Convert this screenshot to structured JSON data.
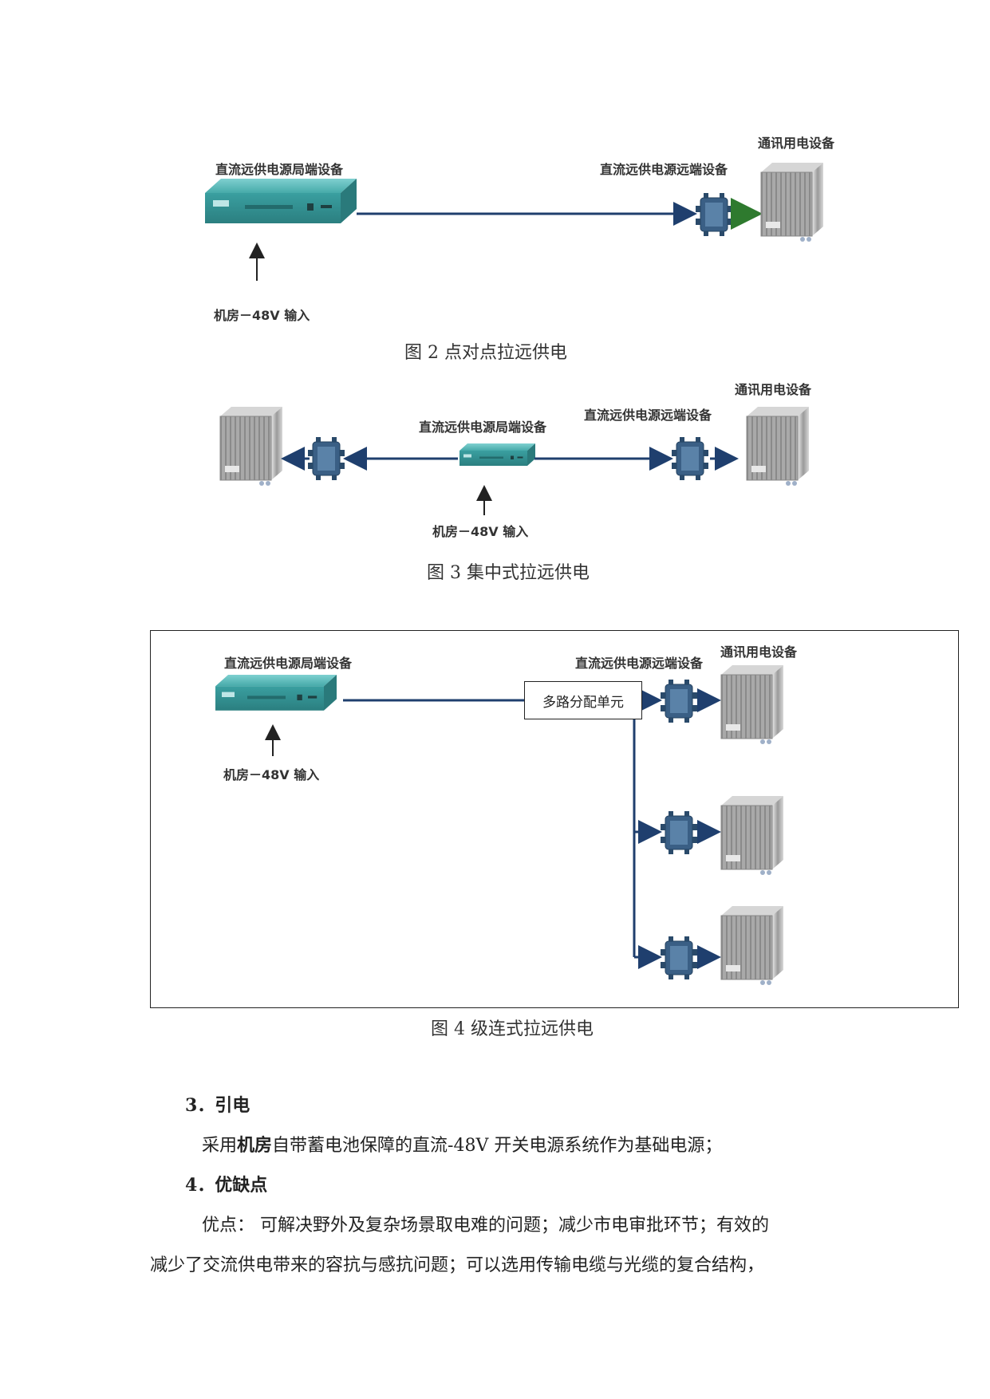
{
  "figure2": {
    "label_local": "直流远供电源局端设备",
    "label_remote": "直流远供电源远端设备",
    "label_comm": "通讯用电设备",
    "label_input": "机房－48V 输入",
    "caption": "图 2  点对点拉远供电"
  },
  "figure3": {
    "label_local": "直流远供电源局端设备",
    "label_remote": "直流远供电源远端设备",
    "label_comm": "通讯用电设备",
    "label_input": "机房－48V 输入",
    "caption": "图 3  集中式拉远供电"
  },
  "figure4": {
    "label_local": "直流远供电源局端设备",
    "label_remote": "直流远供电源远端设备",
    "label_comm": "通讯用电设备",
    "label_input": "机房－48V 输入",
    "label_distribution": "多路分配单元",
    "caption": "图 4  级连式拉远供电"
  },
  "section3": {
    "heading": "3．引电",
    "text_prefix": "采用",
    "text_bold": "机房",
    "text_rest": "自带蓄电池保障的直流-48V 开关电源系统作为基础电源；"
  },
  "section4": {
    "heading": "4．优缺点",
    "line1": "优点：  可解决野外及复杂场景取电难的问题；减少市电审批环节；有效的",
    "line2": "减少了交流供电带来的容抗与感抗问题；可以选用传输电缆与光缆的复合结构，"
  },
  "colors": {
    "cabinet": "#3fa7a7",
    "line": "#1f3f6e",
    "green_arrow": "#2e7a2e"
  }
}
